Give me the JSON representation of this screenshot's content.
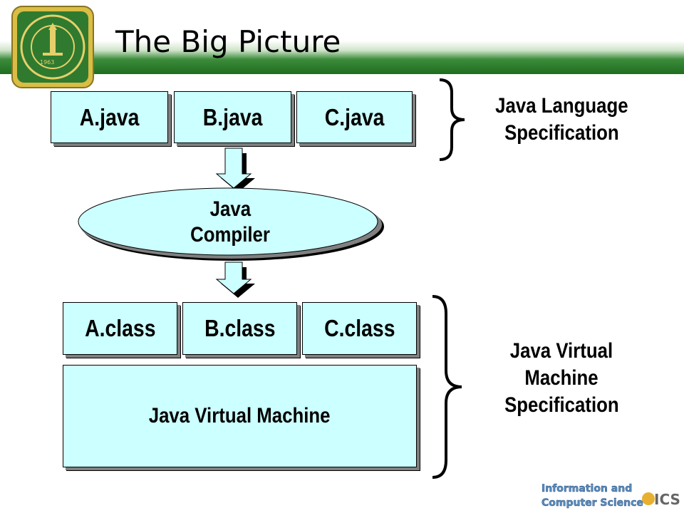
{
  "slide": {
    "title": "The Big Picture"
  },
  "source_files": [
    "A.java",
    "B.java",
    "C.java"
  ],
  "compiler": {
    "line1": "Java",
    "line2": "Compiler"
  },
  "class_files": [
    "A.class",
    "B.class",
    "C.class"
  ],
  "jvm": {
    "label": "Java Virtual Machine"
  },
  "specs": {
    "language": {
      "line1": "Java Language",
      "line2": "Specification"
    },
    "vm": {
      "line1": "Java Virtual",
      "line2": "Machine",
      "line3": "Specification"
    }
  },
  "logos": {
    "university_year": "1963",
    "footer_line1": "Information and",
    "footer_line2": "Computer Science",
    "footer_mark": "ICS"
  },
  "colors": {
    "box_fill": "#ccffff",
    "header_green": "#1f6e1f",
    "logo_gold": "#d4b43c"
  }
}
